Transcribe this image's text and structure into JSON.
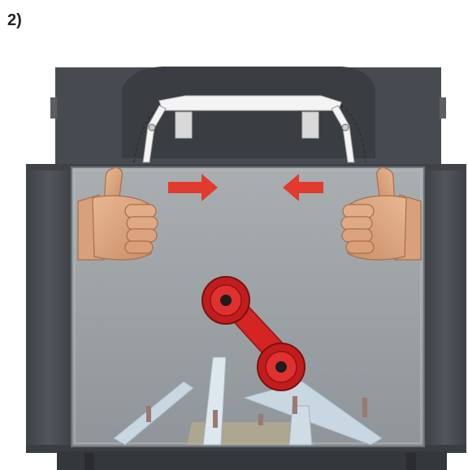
{
  "step_label": "2)",
  "illustration": {
    "subject": "glass-panel-installation",
    "colors": {
      "frame": "#484c52",
      "frame_dark": "#35383c",
      "glass": "#9da3a6",
      "clip": "#f4f4f4",
      "arrow": "#e23a2c",
      "suction_cup": "#d42424",
      "skin": "#dca37e",
      "brick": "#c8d7e2"
    },
    "arrows": [
      "inward-arrow-left",
      "inward-arrow-right"
    ],
    "hands": [
      "thumbs-up-left",
      "thumbs-up-right"
    ],
    "tool": "suction-cup-lifter"
  }
}
